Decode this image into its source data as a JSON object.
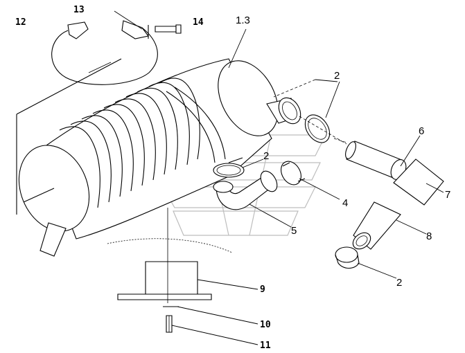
{
  "callouts": {
    "c12": "12",
    "c13": "13",
    "c14": "14",
    "c1_3": "1.3",
    "c2a": "2",
    "c2b": "2",
    "c2c": "2",
    "c4": "4",
    "c5": "5",
    "c6": "6",
    "c7": "7",
    "c8": "8",
    "c9": "9",
    "c10": "10",
    "c11": "11"
  },
  "colors": {
    "line": "#000000",
    "watermark": "#bdbdbd",
    "background": "#ffffff"
  }
}
